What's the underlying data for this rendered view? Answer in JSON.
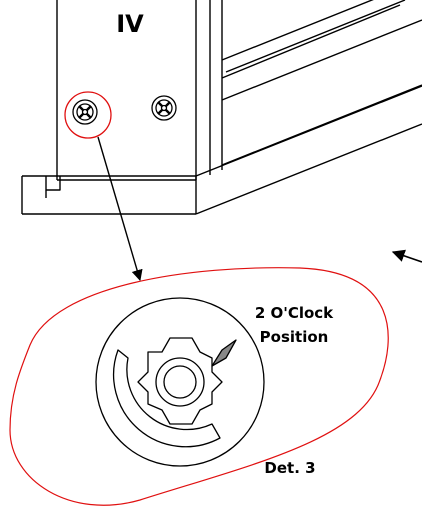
{
  "labels": {
    "view": "IV",
    "position_line1": "2 O'Clock",
    "position_line2": "Position",
    "detail": "Det. 3"
  },
  "colors": {
    "ink": "#000000",
    "highlight": "#e01010",
    "background": "#ffffff"
  },
  "icons": {
    "screw_left": "phillips-screw-icon",
    "screw_right": "phillips-screw-icon",
    "detail_knob": "cam-lock-icon"
  }
}
